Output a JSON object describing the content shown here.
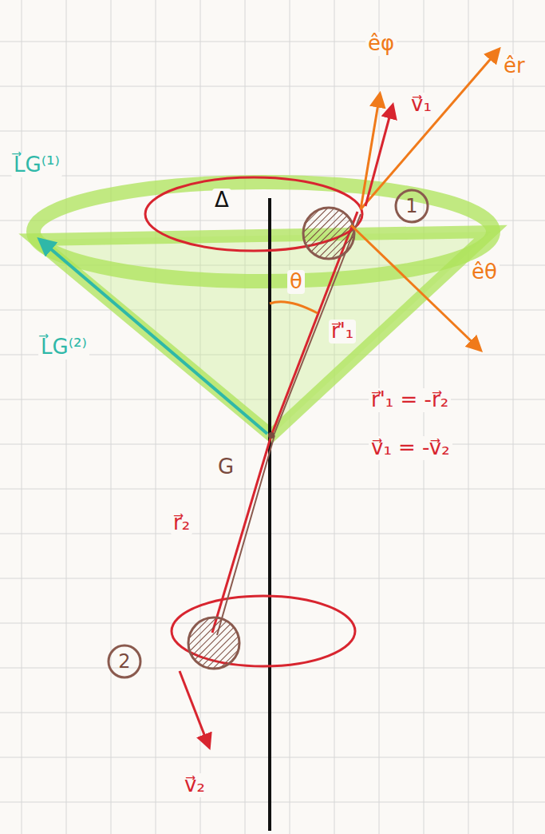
{
  "diagram": {
    "nodes": [
      {
        "text": [
          "1"
        ]
      },
      {
        "text": [
          "2"
        ]
      }
    ],
    "labels": [
      "êφ",
      "êr",
      "v⃗₁",
      "L⃗G⁽¹⁾",
      "L⃗G⁽²⁾",
      "êθ",
      "θ",
      "r⃗'₁",
      "r⃗'₁ = -r⃗₂",
      "v⃗₁ = -v⃗₂",
      "G",
      "r⃗₂",
      "v⃗₂",
      "Δ"
    ]
  }
}
